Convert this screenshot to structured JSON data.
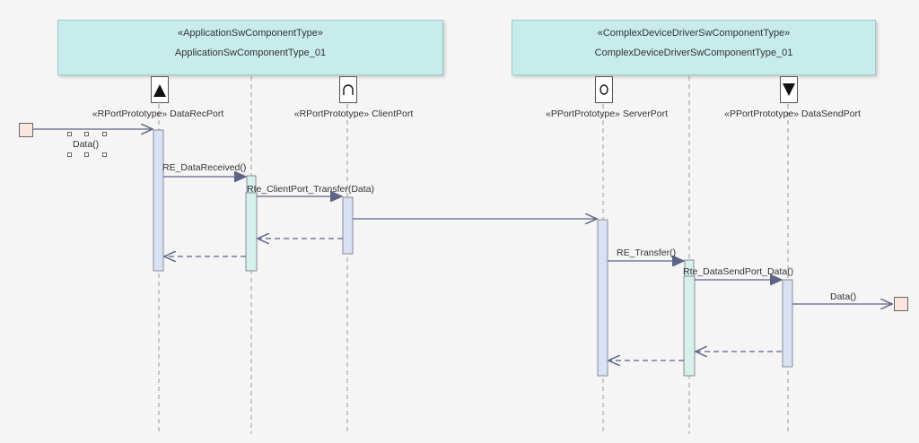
{
  "components": [
    {
      "stereotype": "«ApplicationSwComponentType»",
      "name": "ApplicationSwComponentType_01"
    },
    {
      "stereotype": "«ComplexDeviceDriverSwComponentType»",
      "name": "ComplexDeviceDriverSwComponentType_01"
    }
  ],
  "ports": [
    {
      "stereotype": "«RPortPrototype»",
      "name": "DataRecPort",
      "icon": "triangle-up-icon"
    },
    {
      "stereotype": "«RPortPrototype»",
      "name": "ClientPort",
      "icon": "client-arc-icon"
    },
    {
      "stereotype": "«PPortPrototype»",
      "name": "ServerPort",
      "icon": "server-circle-icon"
    },
    {
      "stereotype": "«PPortPrototype»",
      "name": "DataSendPort",
      "icon": "triangle-down-icon"
    }
  ],
  "messages": {
    "data_in": "Data()",
    "re_data_received": "RE_DataReceived()",
    "rte_client_transfer": "Rte_ClientPort_Transfer(Data)",
    "re_transfer": "RE_Transfer()",
    "rte_data_send": "Rte_DataSendPort_Data()",
    "data_out": "Data()"
  }
}
